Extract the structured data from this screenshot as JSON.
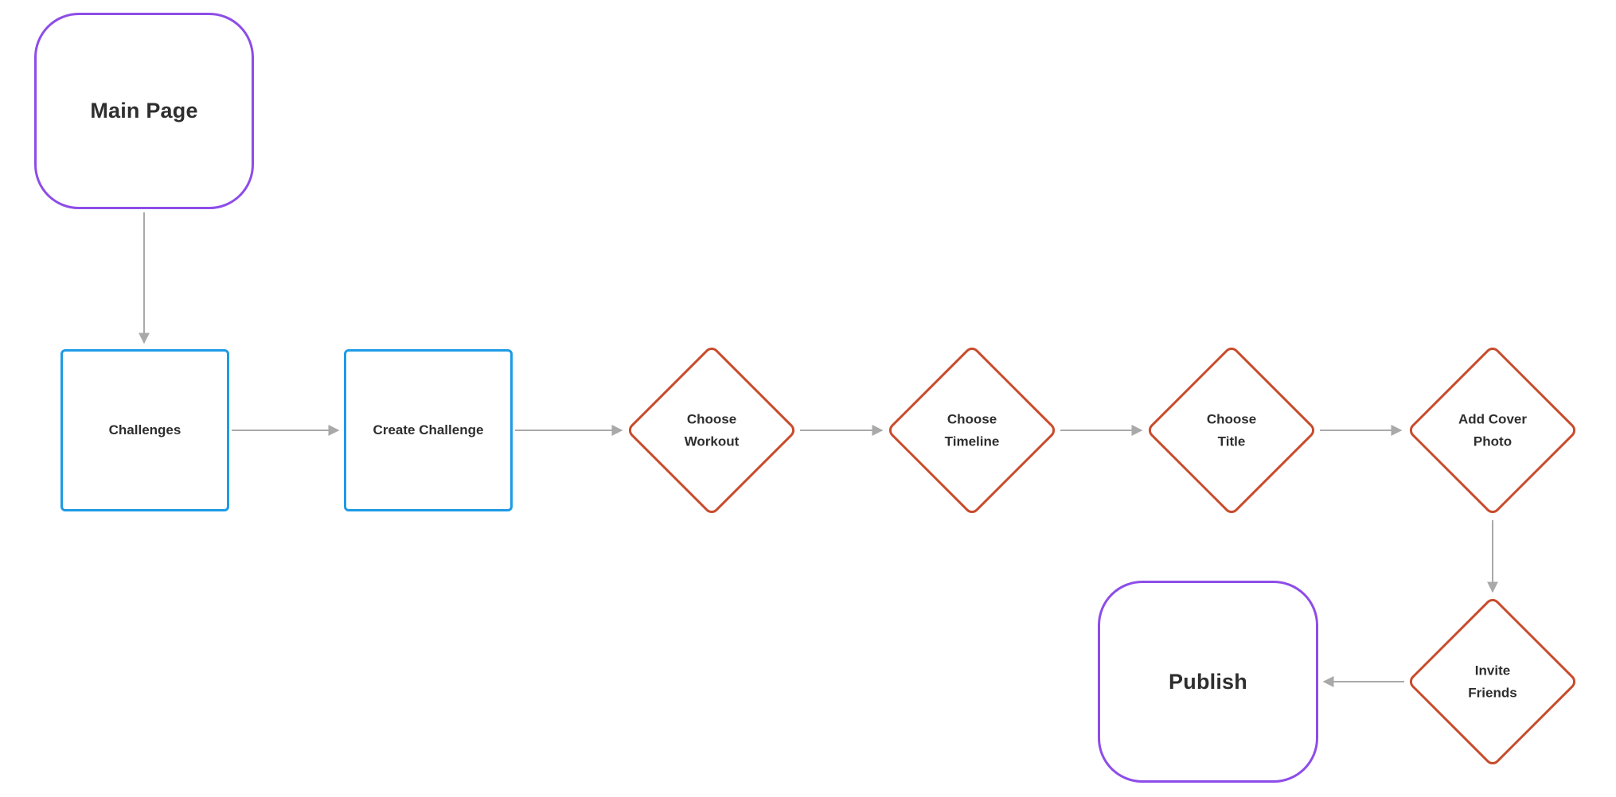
{
  "canvas": {
    "background": "#ffffff"
  },
  "colors": {
    "terminal_border": "#8d4de8",
    "process_border": "#1e9be6",
    "decision_border": "#c84b2b",
    "connector": "#a9a9a9",
    "text": "#2e2e2e",
    "node_fill": "#ffffff"
  },
  "nodes": {
    "main_page": {
      "type": "terminal",
      "label": "Main Page"
    },
    "challenges": {
      "type": "process",
      "label": "Challenges"
    },
    "create_challenge": {
      "type": "process",
      "label": "Create Challenge"
    },
    "choose_workout": {
      "type": "decision",
      "line1": "Choose",
      "line2": "Workout"
    },
    "choose_timeline": {
      "type": "decision",
      "line1": "Choose",
      "line2": "Timeline"
    },
    "choose_title": {
      "type": "decision",
      "line1": "Choose",
      "line2": "Title"
    },
    "add_cover_photo": {
      "type": "decision",
      "line1": "Add Cover",
      "line2": "Photo"
    },
    "invite_friends": {
      "type": "decision",
      "line1": "Invite",
      "line2": "Friends"
    },
    "publish": {
      "type": "terminal",
      "label": "Publish"
    }
  },
  "edges": [
    {
      "from": "main_page",
      "to": "challenges",
      "direction": "down"
    },
    {
      "from": "challenges",
      "to": "create_challenge",
      "direction": "right"
    },
    {
      "from": "create_challenge",
      "to": "choose_workout",
      "direction": "right"
    },
    {
      "from": "choose_workout",
      "to": "choose_timeline",
      "direction": "right"
    },
    {
      "from": "choose_timeline",
      "to": "choose_title",
      "direction": "right"
    },
    {
      "from": "choose_title",
      "to": "add_cover_photo",
      "direction": "right"
    },
    {
      "from": "add_cover_photo",
      "to": "invite_friends",
      "direction": "down"
    },
    {
      "from": "invite_friends",
      "to": "publish",
      "direction": "left"
    }
  ]
}
